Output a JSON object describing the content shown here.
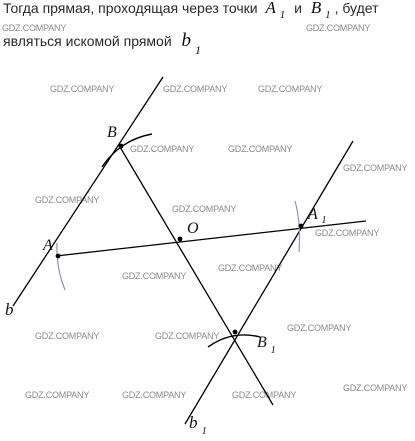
{
  "caption": {
    "line1_before": "Тогда прямая, проходящая через точки",
    "line1_mid": "и",
    "line1_after": ", будет",
    "line2_before": "являться искомой прямой",
    "point_A1_main": "A",
    "point_A1_sub": "1",
    "point_B1_main": "B",
    "point_B1_sub": "1",
    "line_b1_main": "b",
    "line_b1_sub": "1"
  },
  "watermark": "GDZ.COMPANY",
  "labels": {
    "B": "B",
    "A": "A",
    "O": "O",
    "A1_main": "A",
    "A1_sub": "1",
    "B1_main": "B",
    "B1_sub": "1",
    "b": "b",
    "b1_main": "b",
    "b1_sub": "1"
  }
}
